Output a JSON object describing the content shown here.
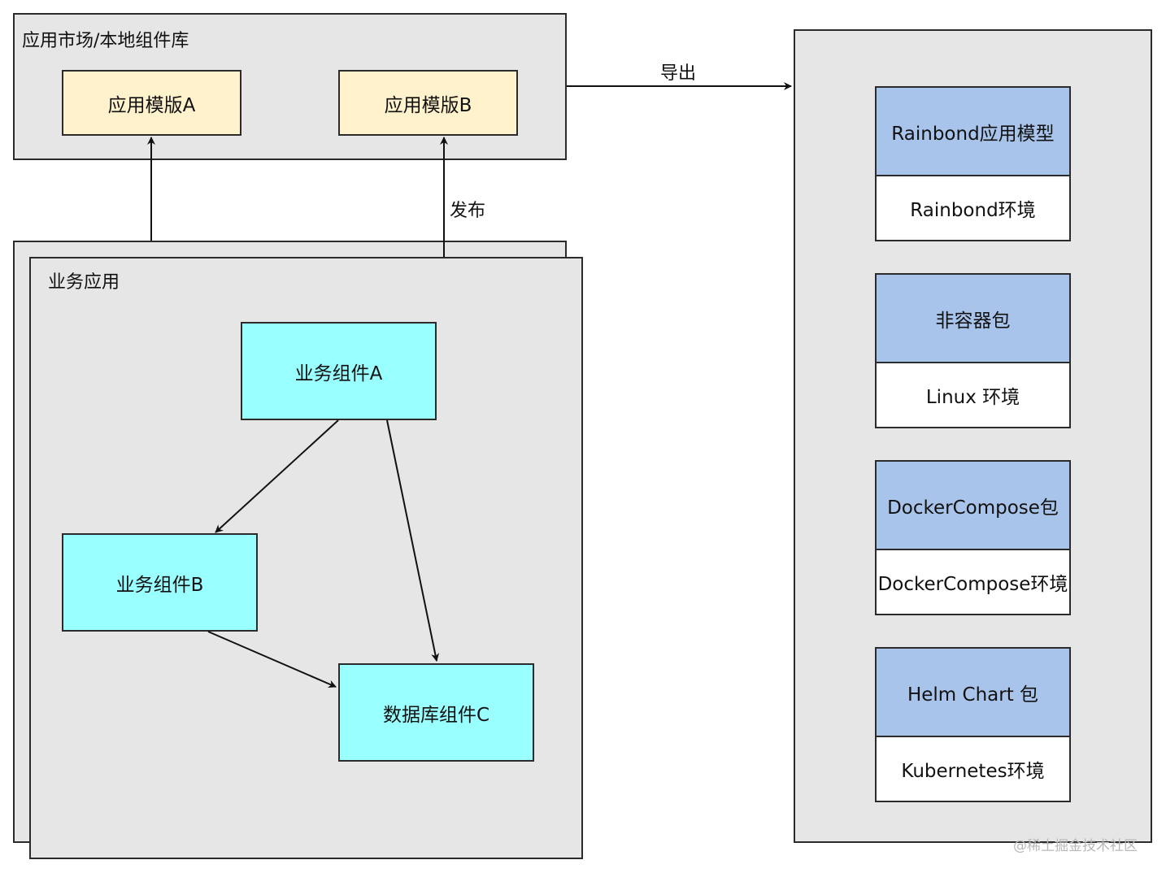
{
  "market": {
    "title": "应用市场/本地组件库",
    "template_a": "应用模版A",
    "template_b": "应用模版B"
  },
  "business_app": {
    "title": "业务应用",
    "component_a": "业务组件A",
    "component_b": "业务组件B",
    "component_c": "数据库组件C"
  },
  "edges": {
    "publish": "发布",
    "export": "导出"
  },
  "export_targets": [
    {
      "package": "Rainbond应用模型",
      "environment": "Rainbond环境"
    },
    {
      "package": "非容器包",
      "environment": "Linux 环境"
    },
    {
      "package": "DockerCompose包",
      "environment": "DockerCompose环境"
    },
    {
      "package": "Helm Chart 包",
      "environment": "Kubernetes环境"
    }
  ],
  "colors": {
    "panel": "#e6e6e6",
    "template": "#fff2cc",
    "component": "#99ffff",
    "package": "#a9c4eb",
    "environment": "#ffffff",
    "stroke": "#2b2b2b"
  },
  "watermark": "@稀土掘金技术社区"
}
